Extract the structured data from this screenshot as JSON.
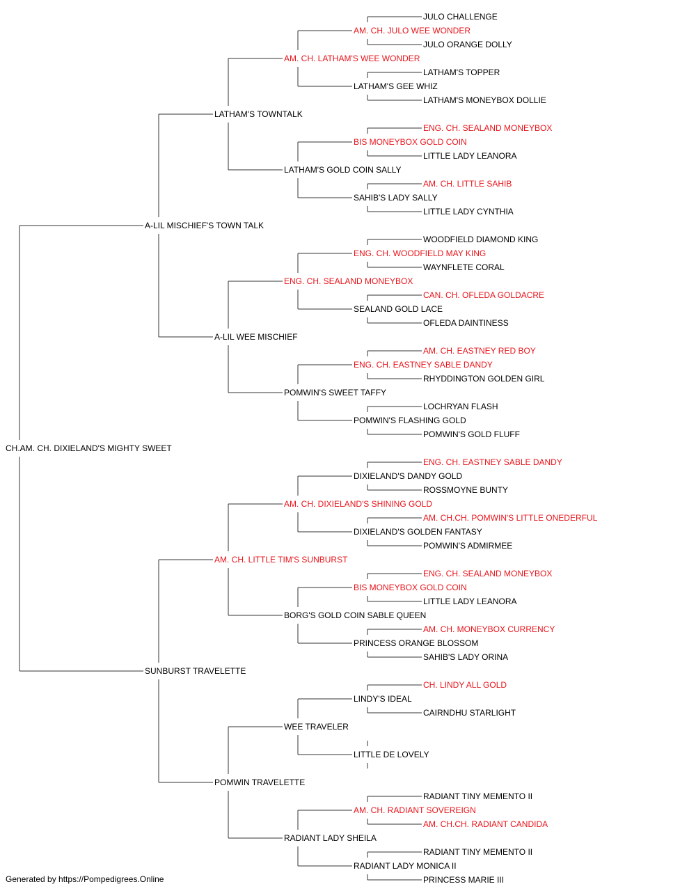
{
  "colors": {
    "normal": "#000000",
    "champion": "#e8141b",
    "line": "#333333"
  },
  "footer": "Generated by https://Pompedigrees.Online",
  "pedigree": {
    "name": "CH.AM. CH. DIXIELAND'S MIGHTY SWEET",
    "champion": false,
    "sire": {
      "name": "A-LIL MISCHIEF'S TOWN TALK",
      "champion": false,
      "sire": {
        "name": "LATHAM'S TOWNTALK",
        "champion": false,
        "sire": {
          "name": "AM. CH. LATHAM'S WEE WONDER",
          "champion": true,
          "sire": {
            "name": "AM. CH. JULO WEE WONDER",
            "champion": true,
            "sire": {
              "name": "JULO CHALLENGE",
              "champion": false
            },
            "dam": {
              "name": "JULO ORANGE DOLLY",
              "champion": false
            }
          },
          "dam": {
            "name": "LATHAM'S GEE WHIZ",
            "champion": false,
            "sire": {
              "name": "LATHAM'S TOPPER",
              "champion": false
            },
            "dam": {
              "name": "LATHAM'S MONEYBOX DOLLIE",
              "champion": false
            }
          }
        },
        "dam": {
          "name": "LATHAM'S GOLD COIN SALLY",
          "champion": false,
          "sire": {
            "name": "BIS MONEYBOX GOLD COIN",
            "champion": true,
            "sire": {
              "name": "ENG. CH. SEALAND MONEYBOX",
              "champion": true
            },
            "dam": {
              "name": "LITTLE LADY LEANORA",
              "champion": false
            }
          },
          "dam": {
            "name": "SAHIB'S LADY SALLY",
            "champion": false,
            "sire": {
              "name": "AM. CH. LITTLE SAHIB",
              "champion": true
            },
            "dam": {
              "name": "LITTLE LADY CYNTHIA",
              "champion": false
            }
          }
        }
      },
      "dam": {
        "name": "A-LIL WEE MISCHIEF",
        "champion": false,
        "sire": {
          "name": "ENG. CH. SEALAND MONEYBOX",
          "champion": true,
          "sire": {
            "name": "ENG. CH. WOODFIELD MAY KING",
            "champion": true,
            "sire": {
              "name": "WOODFIELD DIAMOND KING",
              "champion": false
            },
            "dam": {
              "name": "WAYNFLETE CORAL",
              "champion": false
            }
          },
          "dam": {
            "name": "SEALAND GOLD LACE",
            "champion": false,
            "sire": {
              "name": "CAN. CH. OFLEDA GOLDACRE",
              "champion": true
            },
            "dam": {
              "name": "OFLEDA DAINTINESS",
              "champion": false
            }
          }
        },
        "dam": {
          "name": "POMWIN'S SWEET TAFFY",
          "champion": false,
          "sire": {
            "name": "ENG. CH. EASTNEY SABLE DANDY",
            "champion": true,
            "sire": {
              "name": "AM. CH. EASTNEY RED BOY",
              "champion": true
            },
            "dam": {
              "name": "RHYDDINGTON GOLDEN GIRL",
              "champion": false
            }
          },
          "dam": {
            "name": "POMWIN'S FLASHING GOLD",
            "champion": false,
            "sire": {
              "name": "LOCHRYAN FLASH",
              "champion": false
            },
            "dam": {
              "name": "POMWIN'S GOLD FLUFF",
              "champion": false
            }
          }
        }
      }
    },
    "dam": {
      "name": "SUNBURST TRAVELETTE",
      "champion": false,
      "sire": {
        "name": "AM. CH. LITTLE TIM'S SUNBURST",
        "champion": true,
        "sire": {
          "name": "AM. CH. DIXIELAND'S SHINING GOLD",
          "champion": true,
          "sire": {
            "name": "DIXIELAND'S DANDY GOLD",
            "champion": false,
            "sire": {
              "name": "ENG. CH. EASTNEY SABLE DANDY",
              "champion": true
            },
            "dam": {
              "name": "ROSSMOYNE BUNTY",
              "champion": false
            }
          },
          "dam": {
            "name": "DIXIELAND'S GOLDEN FANTASY",
            "champion": false,
            "sire": {
              "name": "AM. CH.CH. POMWIN'S LITTLE ONEDERFUL",
              "champion": true
            },
            "dam": {
              "name": "POMWIN'S ADMIRMEE",
              "champion": false
            }
          }
        },
        "dam": {
          "name": "BORG'S GOLD COIN SABLE QUEEN",
          "champion": false,
          "sire": {
            "name": "BIS MONEYBOX GOLD COIN",
            "champion": true,
            "sire": {
              "name": "ENG. CH. SEALAND MONEYBOX",
              "champion": true
            },
            "dam": {
              "name": "LITTLE LADY LEANORA",
              "champion": false
            }
          },
          "dam": {
            "name": "PRINCESS ORANGE BLOSSOM",
            "champion": false,
            "sire": {
              "name": "AM. CH. MONEYBOX CURRENCY",
              "champion": true
            },
            "dam": {
              "name": "SAHIB'S LADY ORINA",
              "champion": false
            }
          }
        }
      },
      "dam": {
        "name": "POMWIN TRAVELETTE",
        "champion": false,
        "sire": {
          "name": "WEE TRAVELER",
          "champion": false,
          "sire": {
            "name": "LINDY'S IDEAL",
            "champion": false,
            "sire": {
              "name": "CH. LINDY ALL GOLD",
              "champion": true
            },
            "dam": {
              "name": "CAIRNDHU STARLIGHT",
              "champion": false
            }
          },
          "dam": {
            "name": "LITTLE DE LOVELY",
            "champion": false
          }
        },
        "dam": {
          "name": "RADIANT LADY SHEILA",
          "champion": false,
          "sire": {
            "name": "AM. CH. RADIANT SOVEREIGN",
            "champion": true,
            "sire": {
              "name": "RADIANT TINY MEMENTO II",
              "champion": false
            },
            "dam": {
              "name": "AM. CH.CH. RADIANT CANDIDA",
              "champion": true
            }
          },
          "dam": {
            "name": "RADIANT LADY MONICA II",
            "champion": false,
            "sire": {
              "name": "RADIANT TINY MEMENTO II",
              "champion": false
            },
            "dam": {
              "name": "PRINCESS MARIE III",
              "champion": false
            }
          }
        }
      }
    }
  }
}
